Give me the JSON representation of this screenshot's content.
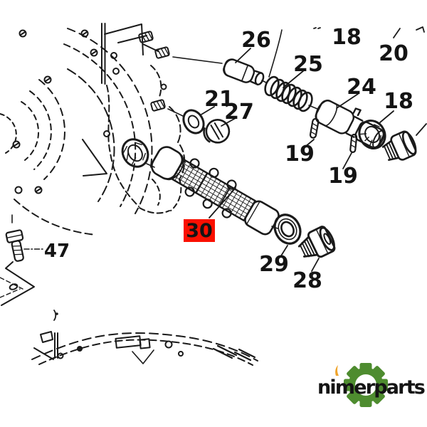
{
  "diagram": {
    "type": "exploded-parts-diagram",
    "highlighted_part": "30",
    "callouts": {
      "c26": "26",
      "c18_top": "18",
      "c20": "20",
      "c25": "25",
      "c24": "24",
      "c21": "21",
      "c27": "27",
      "c18_right": "18",
      "c19_a": "19",
      "c19_b": "19",
      "c29": "29",
      "c28": "28",
      "c47": "47"
    },
    "highlight": {
      "label": "30",
      "background": "#fa1000",
      "text_color": "#111111"
    },
    "ink_color": "#1a1a1a"
  },
  "logo": {
    "brand": "nimerparts",
    "colors": {
      "gear": "#4e8c2f",
      "accent": "#f0a42a",
      "text": "#2b2b2b"
    }
  }
}
